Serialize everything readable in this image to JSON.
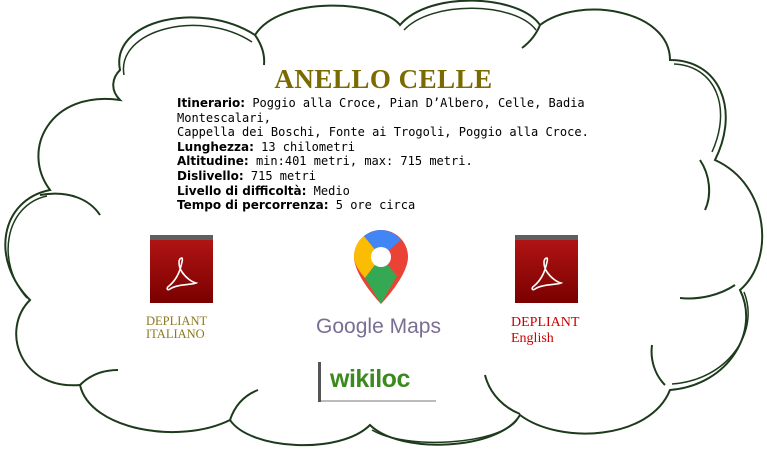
{
  "page": {
    "title": "ANELLO CELLE"
  },
  "itinerary": [
    {
      "label": "Itinerario:",
      "value": " Poggio alla Croce, Pian D’Albero, Celle, Badia Montescalari,",
      "value2": "Cappella dei Boschi, Fonte ai Trogoli, Poggio alla Croce."
    },
    {
      "label": "Lunghezza:",
      "value": " 13 chilometri"
    },
    {
      "label": "Altitudine:",
      "value": " min:401 metri, max: 715 metri."
    },
    {
      "label": "Dislivello:",
      "value": " 715 metri"
    },
    {
      "label": "Livello di difficoltà:",
      "value": " Medio"
    },
    {
      "label": "Tempo di percorrenza:",
      "value": " 5 ore circa"
    }
  ],
  "links": {
    "depliant_it": {
      "line1": "DEPLIANT",
      "line2": "ITALIANO",
      "color": "#8a7a1a"
    },
    "depliant_en": {
      "line1": "DEPLIANT",
      "line2": "English",
      "color": "#cc0000"
    },
    "google_maps": {
      "label": "Google Maps",
      "icon": "google-maps-pin-icon"
    },
    "wikiloc": {
      "label": "wikiloc",
      "icon": "wikiloc-logo"
    }
  },
  "colors": {
    "title": "#7a6a00",
    "cloud_stroke": "#1d3a1d",
    "pdf_red": "#b01414"
  }
}
